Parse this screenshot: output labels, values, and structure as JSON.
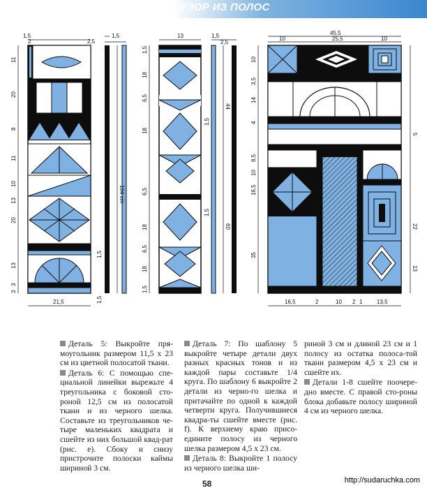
{
  "header": {
    "title": "УЗОР ИЗ ПОЛОС"
  },
  "colors": {
    "blue": "#7fb1e2",
    "black": "#0d0d0d",
    "white": "#ffffff",
    "banner": "#3a86cf"
  },
  "dims": {
    "left_top": [
      "1,5",
      "2",
      "2,5"
    ],
    "left_strip_top": [
      "1,5"
    ],
    "left_vertical": [
      "11",
      "20",
      "8",
      "11",
      "10",
      "13",
      "20",
      "13",
      "3",
      "3"
    ],
    "left_total": "104 cm",
    "left_strip_side": [
      "1,5",
      "1,5"
    ],
    "left_bottom": "21,5",
    "mid_top": [
      "13",
      "1,5",
      "2,5"
    ],
    "mid_vertical": [
      "1,5",
      "18",
      "6,5",
      "18",
      "6,5",
      "18",
      "6,5",
      "18",
      "1,5"
    ],
    "mid_strip_side": [
      "1,5",
      "1,5"
    ],
    "mid_long": [
      "44",
      "60"
    ],
    "right_top": [
      "45,5",
      "10",
      "25,5",
      "10"
    ],
    "right_vertical": [
      "10",
      "3,5",
      "14",
      "4",
      "8,5",
      "16,5",
      "10",
      "35"
    ],
    "right_side": [
      "5",
      "22",
      "13"
    ],
    "right_bottom": [
      "16,5",
      "2",
      "10",
      "2",
      "1",
      "13,5"
    ]
  },
  "text": {
    "col1": [
      "Деталь 5: Выкройте пря-моугольник размером 11,5 х 23 см из цветной полосатой ткани.",
      "Деталь 6: С помощью спе-циальной линейки вырежьте 4 треугольника с боковой сто-роной 12,5 см из полосатой ткани и из черного шелка. Составьте из треугольников че-тыре маленьких квадрата и сшейте из них большой квад-рат (рис. е). Сбоку и снизу пристрочите полоски каймы шириной 3 см."
    ],
    "col2": [
      "Деталь 7: По шаблону 5 выкройте четыре детали двух разных красных тонов и из каждой пары составьте 1/4 круга. По шаблону 6 выкройте 2 детали из черно-го шелка и притачайте по одной к каждой четверти круга. Получившиеся квадра-ты сшейте вместе (рис. f). К верхнему краю присо-едините полосу из черного шелка размером 4,5 х 23 см.",
      "Деталь 8: Выкройте 1 полосу из черного шелка ши-"
    ],
    "col3": [
      "риной 3 см и длиной 23 см и 1 полосу из остатка полоса-той ткани размером 4,5 х 23 см и сшейте их.",
      "Детали 1-8 сшейте поочере-дно вместе. С правой сто-роны блока добавьте полосу шириной 4 см из черного шелка."
    ]
  },
  "footer": {
    "page": "58",
    "url": "http://sudaruchka.com"
  }
}
